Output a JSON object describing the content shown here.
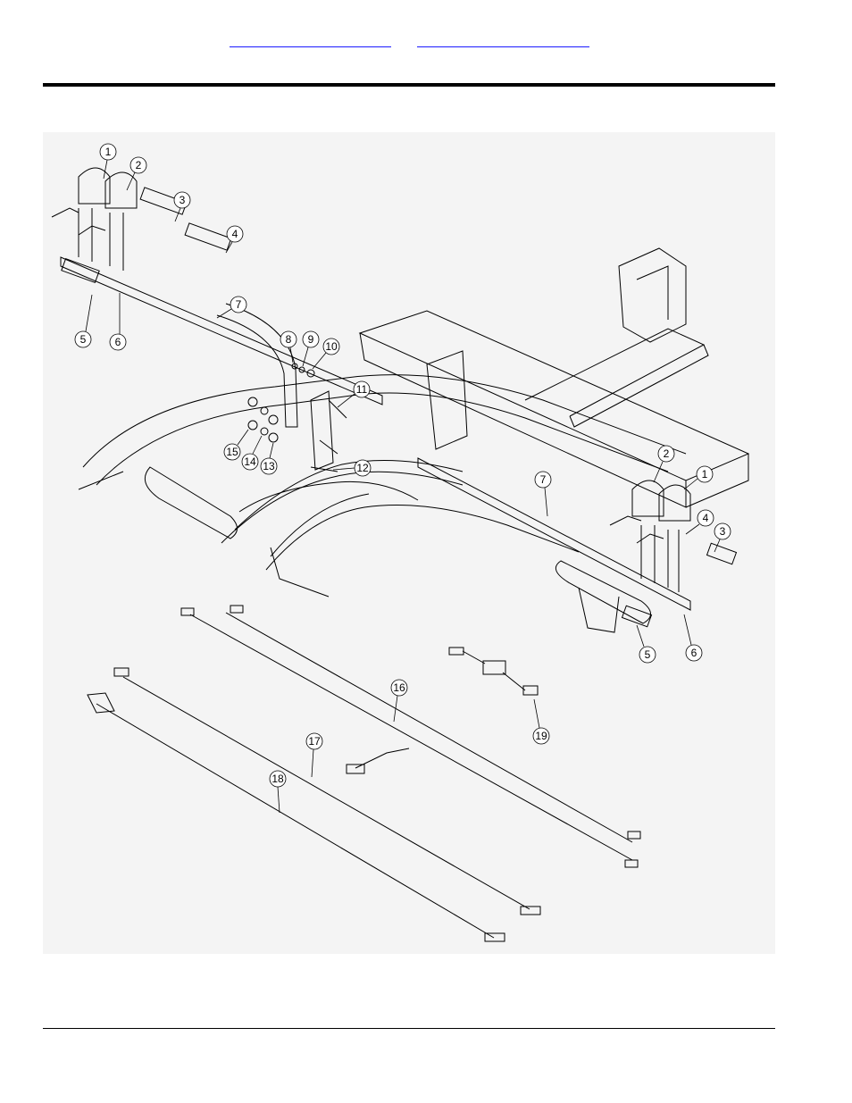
{
  "header": {
    "link_1": "",
    "link_2": ""
  },
  "callouts": [
    "1",
    "2",
    "3",
    "4",
    "5",
    "6",
    "7",
    "8",
    "9",
    "10",
    "11",
    "12",
    "13",
    "14",
    "15",
    "16",
    "17",
    "18",
    "19"
  ],
  "colors": {
    "rule": "#000000",
    "link": "#1a1aff",
    "drawing_bg": "#f4f4f4",
    "line": "#000000"
  },
  "icons": {
    "diagram": "exploded-parts-diagram"
  }
}
